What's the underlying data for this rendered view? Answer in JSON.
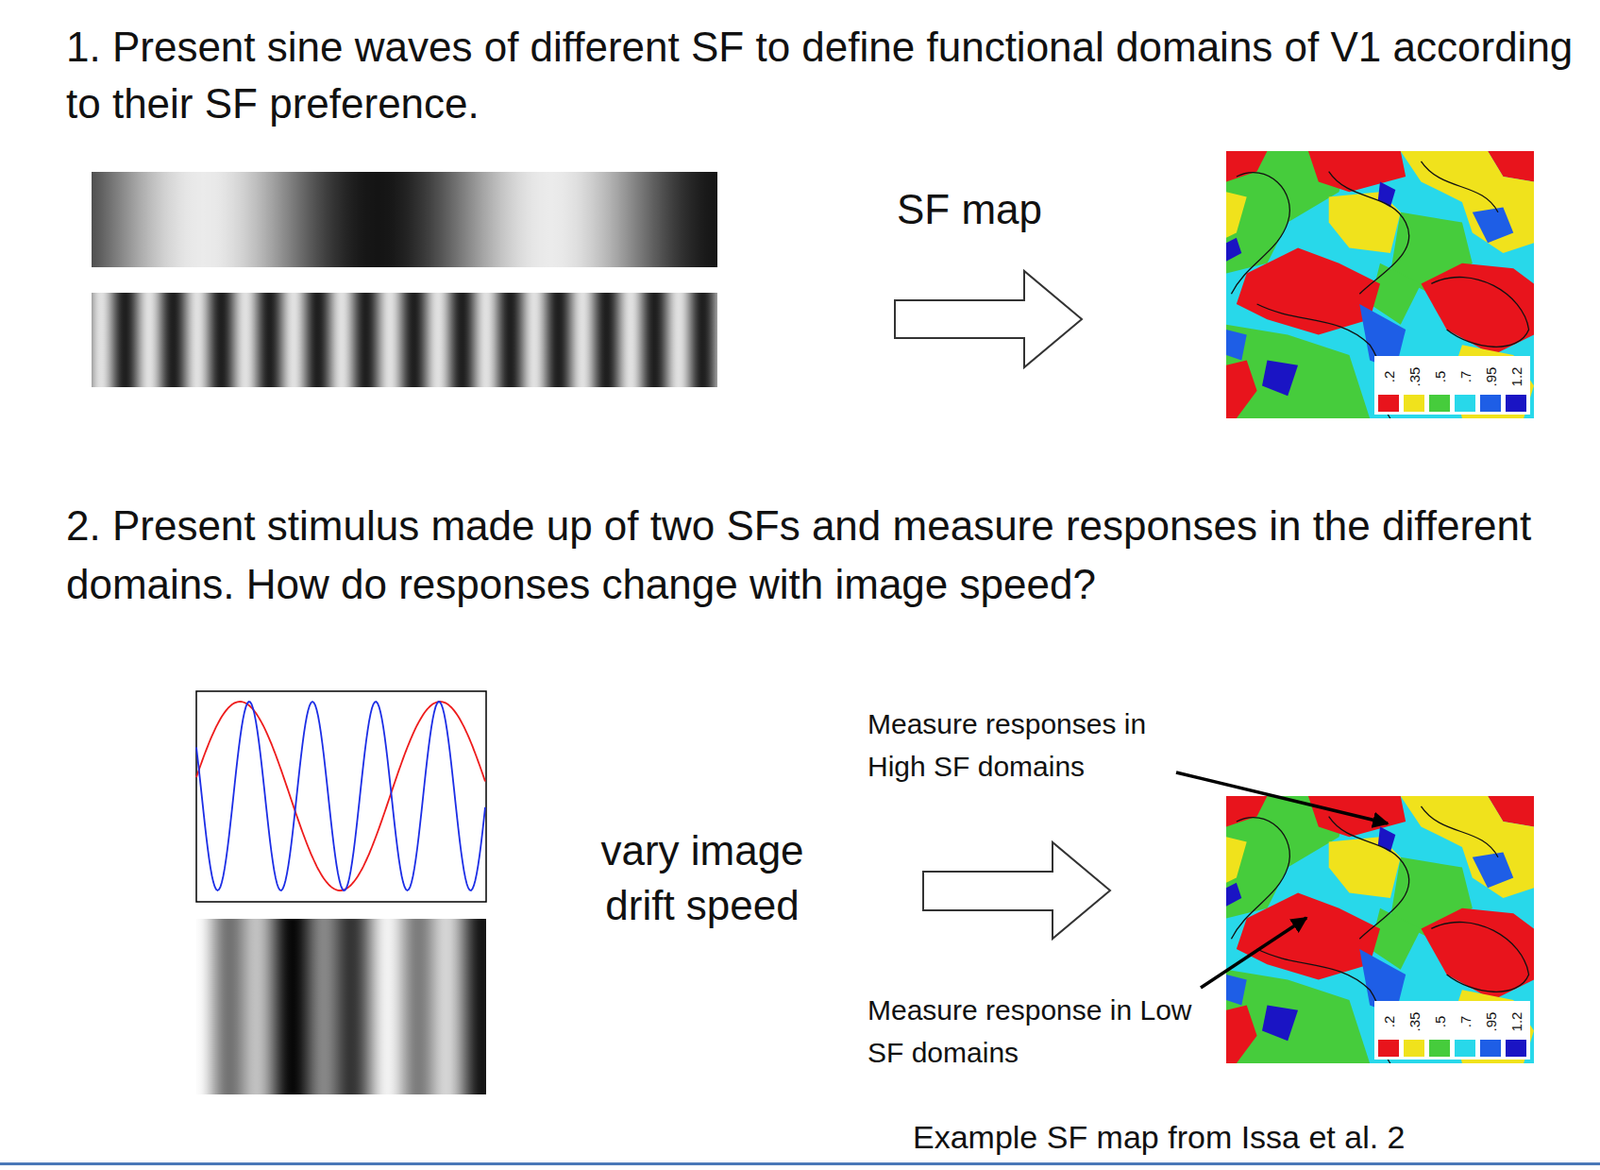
{
  "diagram": {
    "labels": [
      "1. Present sine waves of different SF to define functional domains of V1 according to their SF preference.",
      "SF map",
      "2. Present stimulus made up of two SFs and measure responses in the different domains. How do responses change with image speed?",
      "vary image drift speed",
      "Measure responses in High SF domains",
      "Measure response in Low SF domains",
      "Example SF map from Issa et al. 2"
    ],
    "legend": [
      {
        "text": ".2",
        "color": "#e8141c"
      },
      {
        "text": ".35",
        "color": "#f0e21c"
      },
      {
        "text": ".5",
        "color": "#46cc3c"
      },
      {
        "text": ".7",
        "color": "#28d8ea"
      },
      {
        "text": ".95",
        "color": "#1e5ee6"
      },
      {
        "text": "1.2",
        "color": "#1a14c4"
      },
      {
        "text": ".2",
        "color": "#e8141c"
      },
      {
        "text": ".35",
        "color": "#f0e21c"
      },
      {
        "text": ".5",
        "color": "#46cc3c"
      },
      {
        "text": ".7",
        "color": "#28d8ea"
      },
      {
        "text": ".95",
        "color": "#1e5ee6"
      },
      {
        "text": "1.2",
        "color": "#1a14c4"
      }
    ]
  }
}
